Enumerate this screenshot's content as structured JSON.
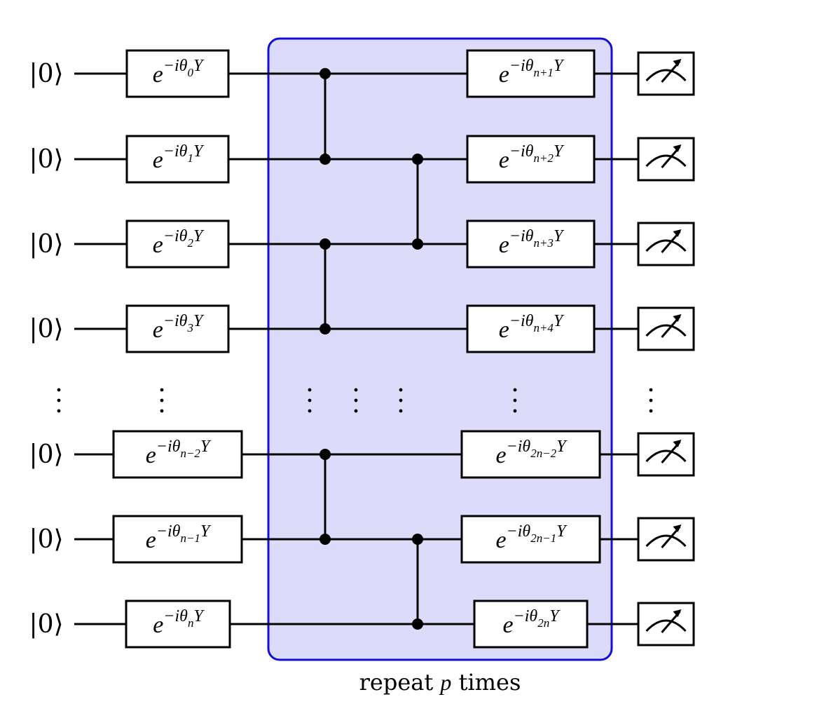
{
  "qubits": [
    {
      "ket": "|0⟩",
      "gate": {
        "sub": "0"
      },
      "layer_gate": {
        "sub": "n+1"
      }
    },
    {
      "ket": "|0⟩",
      "gate": {
        "sub": "1"
      },
      "layer_gate": {
        "sub": "n+2"
      }
    },
    {
      "ket": "|0⟩",
      "gate": {
        "sub": "2"
      },
      "layer_gate": {
        "sub": "n+3"
      }
    },
    {
      "ket": "|0⟩",
      "gate": {
        "sub": "3"
      },
      "layer_gate": {
        "sub": "n+4"
      }
    },
    {
      "ket": "|0⟩",
      "gate": {
        "sub": "n−2"
      },
      "layer_gate": {
        "sub": "2n−2"
      }
    },
    {
      "ket": "|0⟩",
      "gate": {
        "sub": "n−1"
      },
      "layer_gate": {
        "sub": "2n−1"
      }
    },
    {
      "ket": "|0⟩",
      "gate": {
        "sub": "n"
      },
      "layer_gate": {
        "sub": "2n"
      }
    }
  ],
  "gate_template": {
    "base": "e",
    "exponent_prefix": "−iθ",
    "exponent_suffix": "Y"
  },
  "controlled_z": [
    {
      "column": 1,
      "qubits": [
        0,
        1
      ]
    },
    {
      "column": 2,
      "qubits": [
        1,
        2
      ]
    },
    {
      "column": 1,
      "qubits": [
        2,
        3
      ]
    },
    {
      "column": 1,
      "qubits": [
        4,
        5
      ]
    },
    {
      "column": 2,
      "qubits": [
        5,
        6
      ]
    }
  ],
  "repeat_block": {
    "caption_prefix": "repeat ",
    "caption_var": "p",
    "caption_suffix": " times",
    "fill_color": "#dcdcfa",
    "border_color": "#1010d8"
  },
  "ellipsis_columns": [
    "ket",
    "gate",
    "cz1",
    "cz2",
    "cz3",
    "layer_gate",
    "meter"
  ],
  "measurement": {
    "icon": "meter-icon"
  }
}
